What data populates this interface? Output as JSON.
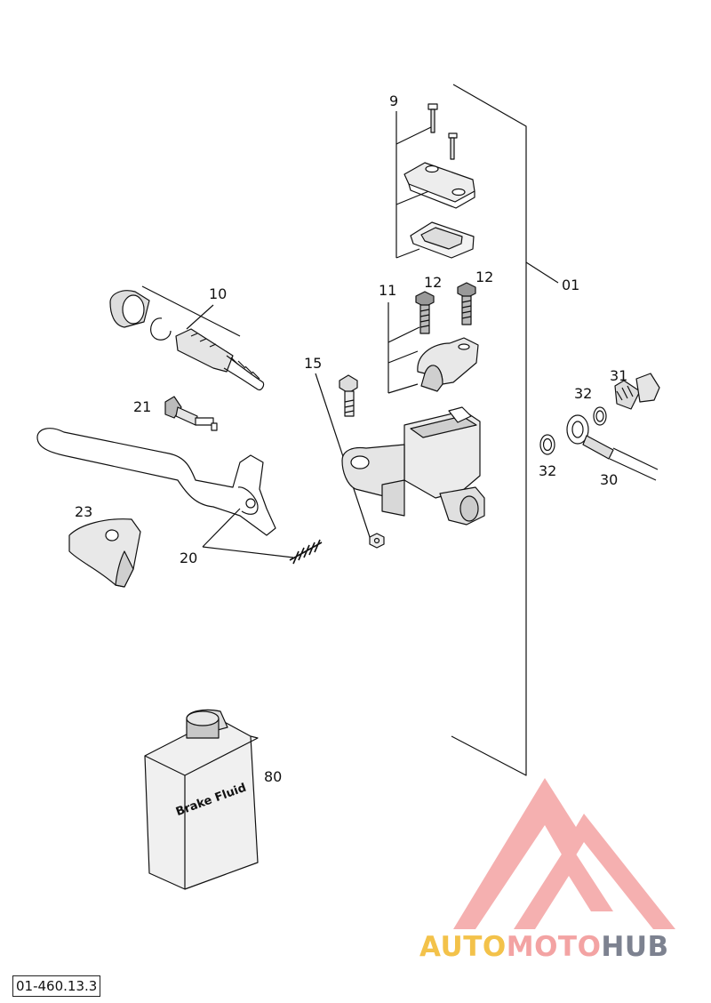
{
  "callouts": {
    "c9": "9",
    "c01": "01",
    "c10": "10",
    "c11": "11",
    "c12a": "12",
    "c12b": "12",
    "c15": "15",
    "c21": "21",
    "c31": "31",
    "c32a": "32",
    "c32b": "32",
    "c30": "30",
    "c20": "20",
    "c23": "23",
    "c80": "80"
  },
  "bottle_label": "Brake Fluid",
  "doc_code": "01-460.13.3",
  "watermark": {
    "part1": "AUTO",
    "part2": "MOTO",
    "part3": "HUB"
  },
  "colors": {
    "line": "#111111",
    "fill_light": "#ececec",
    "fill_mid": "#cfcfcf",
    "logo_red": "#f19a9a",
    "logo_yellow": "#f3c24a",
    "logo_grey": "#7d8290"
  }
}
